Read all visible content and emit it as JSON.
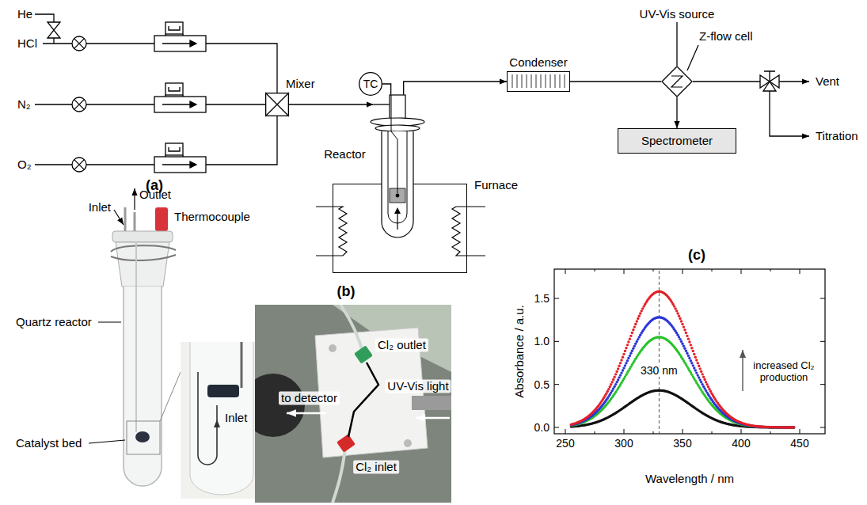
{
  "diagram": {
    "nodes": [
      {
        "text": [
          "Mixer"
        ]
      },
      {
        "text": [
          "TC"
        ]
      },
      {
        "text": [
          "Furnace"
        ]
      },
      {
        "text": [
          "Reactor"
        ],
        "in": 2
      },
      {
        "text": [
          "Condenser"
        ]
      },
      {
        "text": [
          "Z-flow cell"
        ]
      },
      {
        "text": [
          "Spectrometer"
        ]
      }
    ],
    "edges": [
      {
        "from": 0,
        "to": 3,
        "arrow": "to"
      },
      {
        "from": 1,
        "to": 3,
        "arrow": "none"
      },
      {
        "from": 3,
        "to": 4,
        "arrow": "to"
      },
      {
        "from": 4,
        "to": 5,
        "arrow": "none"
      },
      {
        "from": 5,
        "to": 6,
        "arrow": "to"
      }
    ],
    "labels": [
      "He",
      "HCl",
      "N₂",
      "O₂",
      "UV-Vis source",
      "Vent",
      "Titration",
      "(a)",
      "Inlet",
      "Outlet",
      "Thermocouple",
      "Quartz reactor",
      "Catalyst bed",
      "Inlet",
      "(b)",
      "Cl₂ outlet",
      "to detector",
      "UV-Vis light",
      "Cl₂ inlet",
      "(c)",
      "Absorbance / a.u.",
      "Wavelength / nm",
      "0.0",
      "0.5",
      "1.0",
      "1.5",
      "250",
      "300",
      "350",
      "400",
      "450",
      "330 nm",
      "increased Cl₂ production"
    ]
  }
}
